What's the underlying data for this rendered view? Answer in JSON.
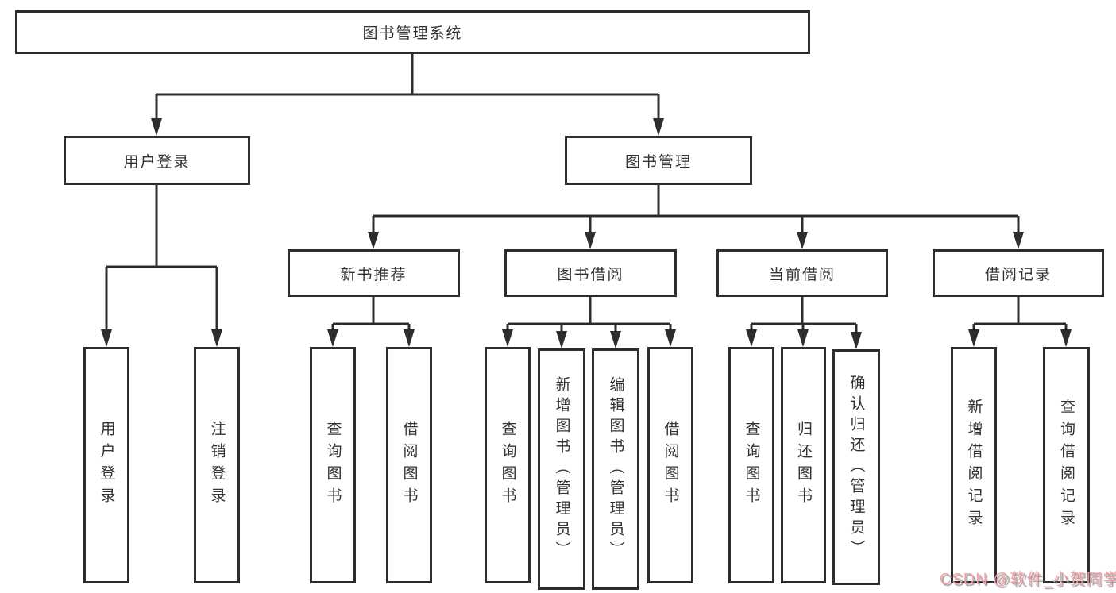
{
  "tree": {
    "root": {
      "label": "图书管理系统",
      "children": [
        {
          "label": "用户登录",
          "children": [
            {
              "label": "用户登录"
            },
            {
              "label": "注销登录"
            }
          ]
        },
        {
          "label": "图书管理",
          "children": [
            {
              "label": "新书推荐",
              "children": [
                {
                  "label": "查询图书"
                },
                {
                  "label": "借阅图书"
                }
              ]
            },
            {
              "label": "图书借阅",
              "children": [
                {
                  "label": "查询图书"
                },
                {
                  "label": "新增图书（管理员）"
                },
                {
                  "label": "编辑图书（管理员）"
                },
                {
                  "label": "借阅图书"
                }
              ]
            },
            {
              "label": "当前借阅",
              "children": [
                {
                  "label": "查询图书"
                },
                {
                  "label": "归还图书"
                },
                {
                  "label": "确认归还（管理员）"
                }
              ]
            },
            {
              "label": "借阅记录",
              "children": [
                {
                  "label": "新增借阅记录"
                },
                {
                  "label": "查询借阅记录"
                }
              ]
            }
          ]
        }
      ]
    }
  },
  "watermark": {
    "text": "CSDN @软件_小贺同学"
  },
  "colors": {
    "line": "#2d2d2d",
    "box_border": "#2d2d2d",
    "text": "#333333",
    "background": "#ffffff",
    "watermark": "#f2a0a6",
    "watermark_shadow": "#7d7d7d"
  }
}
